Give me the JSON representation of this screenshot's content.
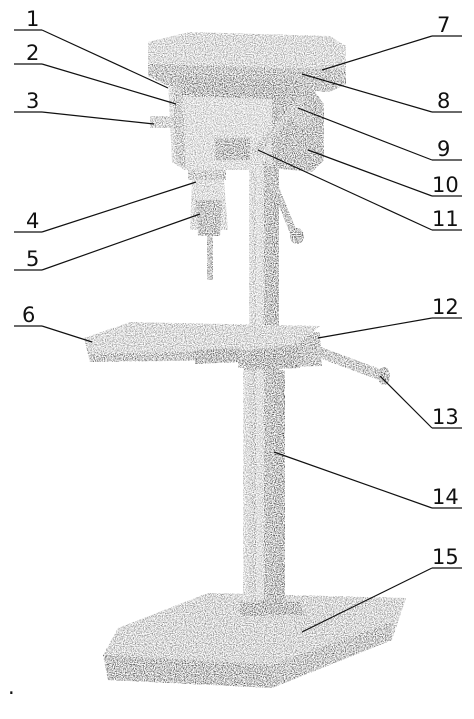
{
  "diagram": {
    "subject": "drill-press",
    "colors": {
      "ink": "#111111",
      "metal_dark": "#2b2b2b",
      "metal_mid": "#6a6a6a",
      "metal_light": "#a8a8a8",
      "background": "#ffffff"
    }
  },
  "callouts": [
    {
      "id": "1",
      "label": "1"
    },
    {
      "id": "2",
      "label": "2"
    },
    {
      "id": "3",
      "label": "3"
    },
    {
      "id": "4",
      "label": "4"
    },
    {
      "id": "5",
      "label": "5"
    },
    {
      "id": "6",
      "label": "6"
    },
    {
      "id": "7",
      "label": "7"
    },
    {
      "id": "8",
      "label": "8"
    },
    {
      "id": "9",
      "label": "9"
    },
    {
      "id": "10",
      "label": "10"
    },
    {
      "id": "11",
      "label": "11"
    },
    {
      "id": "12",
      "label": "12"
    },
    {
      "id": "13",
      "label": "13"
    },
    {
      "id": "14",
      "label": "14"
    },
    {
      "id": "15",
      "label": "15"
    }
  ],
  "footnote_mark": "."
}
